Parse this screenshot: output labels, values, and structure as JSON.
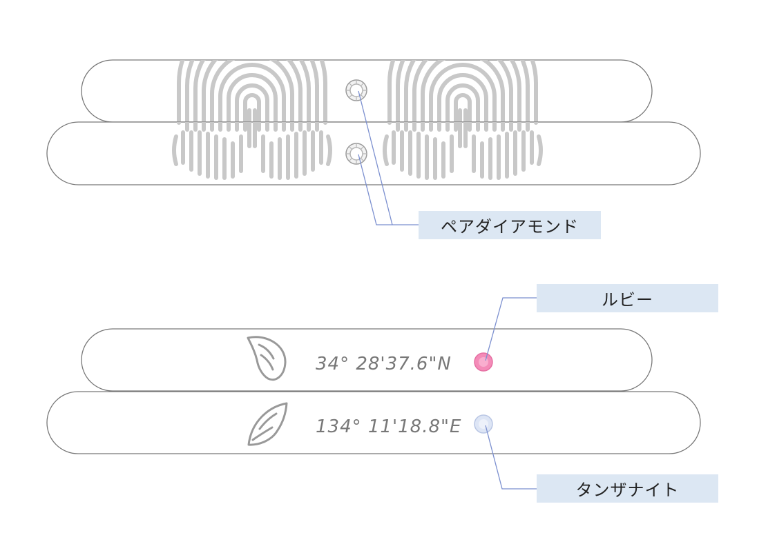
{
  "callouts": {
    "pair_diamond": "ペアダイアモンド",
    "ruby": "ルビー",
    "tanzanite": "タンザナイト"
  },
  "rings": {
    "top_ring_coordinate": "34° 28'37.6\"N",
    "bottom_ring_coordinate": "134° 11'18.8\"E"
  },
  "icons": {
    "fingerprint": "fingerprint-icon",
    "wing": "wing-icon",
    "diamond": "diamond-icon"
  },
  "colors": {
    "ring_outline": "#777777",
    "fingerprint": "#c8c8c8",
    "ruby": "#f48bb8",
    "tanzanite": "#cfd9ee",
    "callout_bg": "#dce7f3",
    "leader_line": "#7b8fcf"
  }
}
